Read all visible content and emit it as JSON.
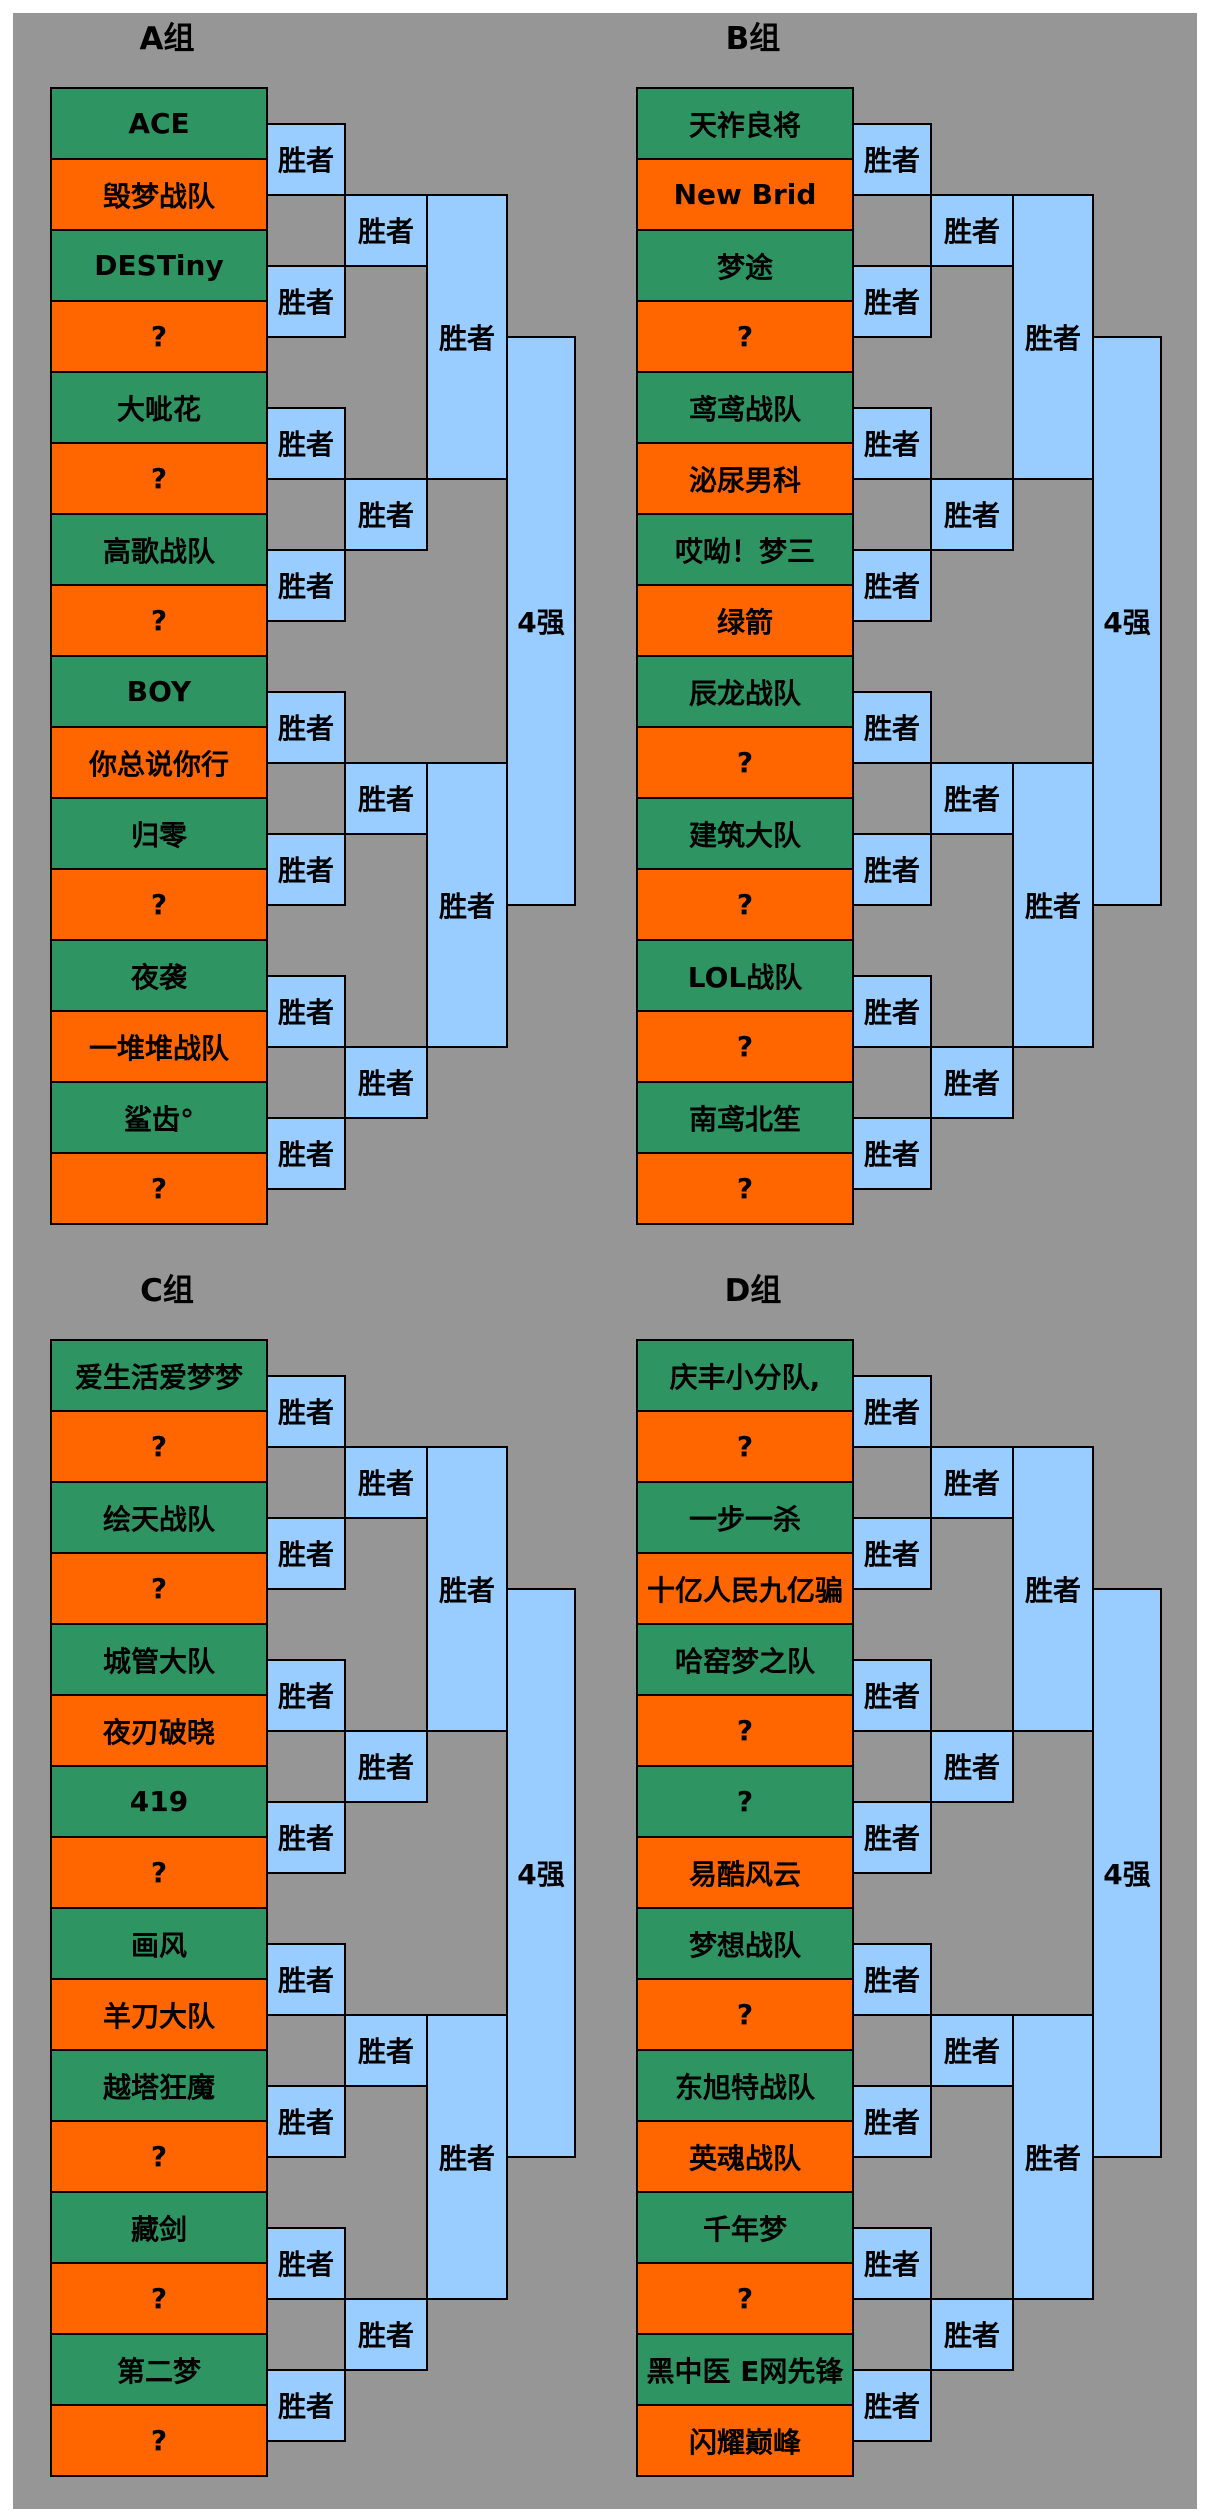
{
  "groups": [
    {
      "id": "A",
      "title": "A组",
      "teams": [
        "ACE",
        "毁梦战队",
        "DESTiny",
        "?",
        "大呲花",
        "?",
        "高歌战队",
        "?",
        "BOY",
        "你总说你行",
        "归零",
        "?",
        "夜袭",
        "一堆堆战队",
        "鲨齿°",
        "?"
      ]
    },
    {
      "id": "B",
      "title": "B组",
      "teams": [
        "天祚良将",
        "New Brid",
        "梦途",
        "?",
        "鸢鸢战队",
        "泌尿男科",
        "哎呦！梦三",
        "绿箭",
        "辰龙战队",
        "?",
        "建筑大队",
        "?",
        "LOL战队",
        "?",
        "南鸢北笙",
        "?"
      ]
    },
    {
      "id": "C",
      "title": "C组",
      "teams": [
        "爱生活爱梦梦",
        "?",
        "绘天战队",
        "?",
        "城管大队",
        "夜刃破晓",
        "419",
        "?",
        "画风",
        "羊刀大队",
        "越塔狂魔",
        "?",
        "藏剑",
        "?",
        "第二梦",
        "?"
      ]
    },
    {
      "id": "D",
      "title": "D组",
      "teams": [
        "庆丰小分队,",
        "?",
        "一步一杀",
        "十亿人民九亿骗",
        "哈窑梦之队",
        "?",
        "?",
        "易酷风云",
        "梦想战队",
        "?",
        "东旭特战队",
        "英魂战队",
        "千年梦",
        "?",
        "黑中医 E网先锋",
        "闪耀巅峰"
      ]
    }
  ],
  "labels": {
    "winner": "胜者",
    "top4": "4强"
  },
  "colors": {
    "team_green": "#2e9462",
    "team_orange": "#ff6600",
    "winner_slot": "#99ccff",
    "panel_bg": "#969696"
  }
}
